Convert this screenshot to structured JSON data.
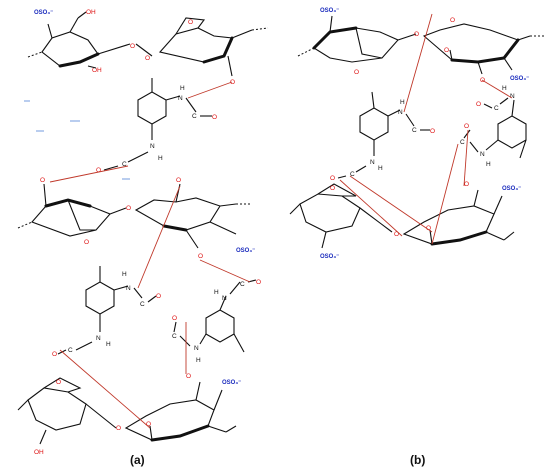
{
  "panels": [
    {
      "label": "(a)"
    },
    {
      "label": "(b)"
    }
  ],
  "atoms": {
    "sulfate": "OSO₃⁻",
    "hydroxyl": "OH",
    "oxygen": "O",
    "nitrogen": "N",
    "hydrogen": "H",
    "carbon": "C"
  },
  "colors": {
    "bond": "#111111",
    "h_bond": "#c0392b",
    "oxygen": "#dd1111",
    "sulfate": "#1a2bbd",
    "background": "#ffffff"
  }
}
